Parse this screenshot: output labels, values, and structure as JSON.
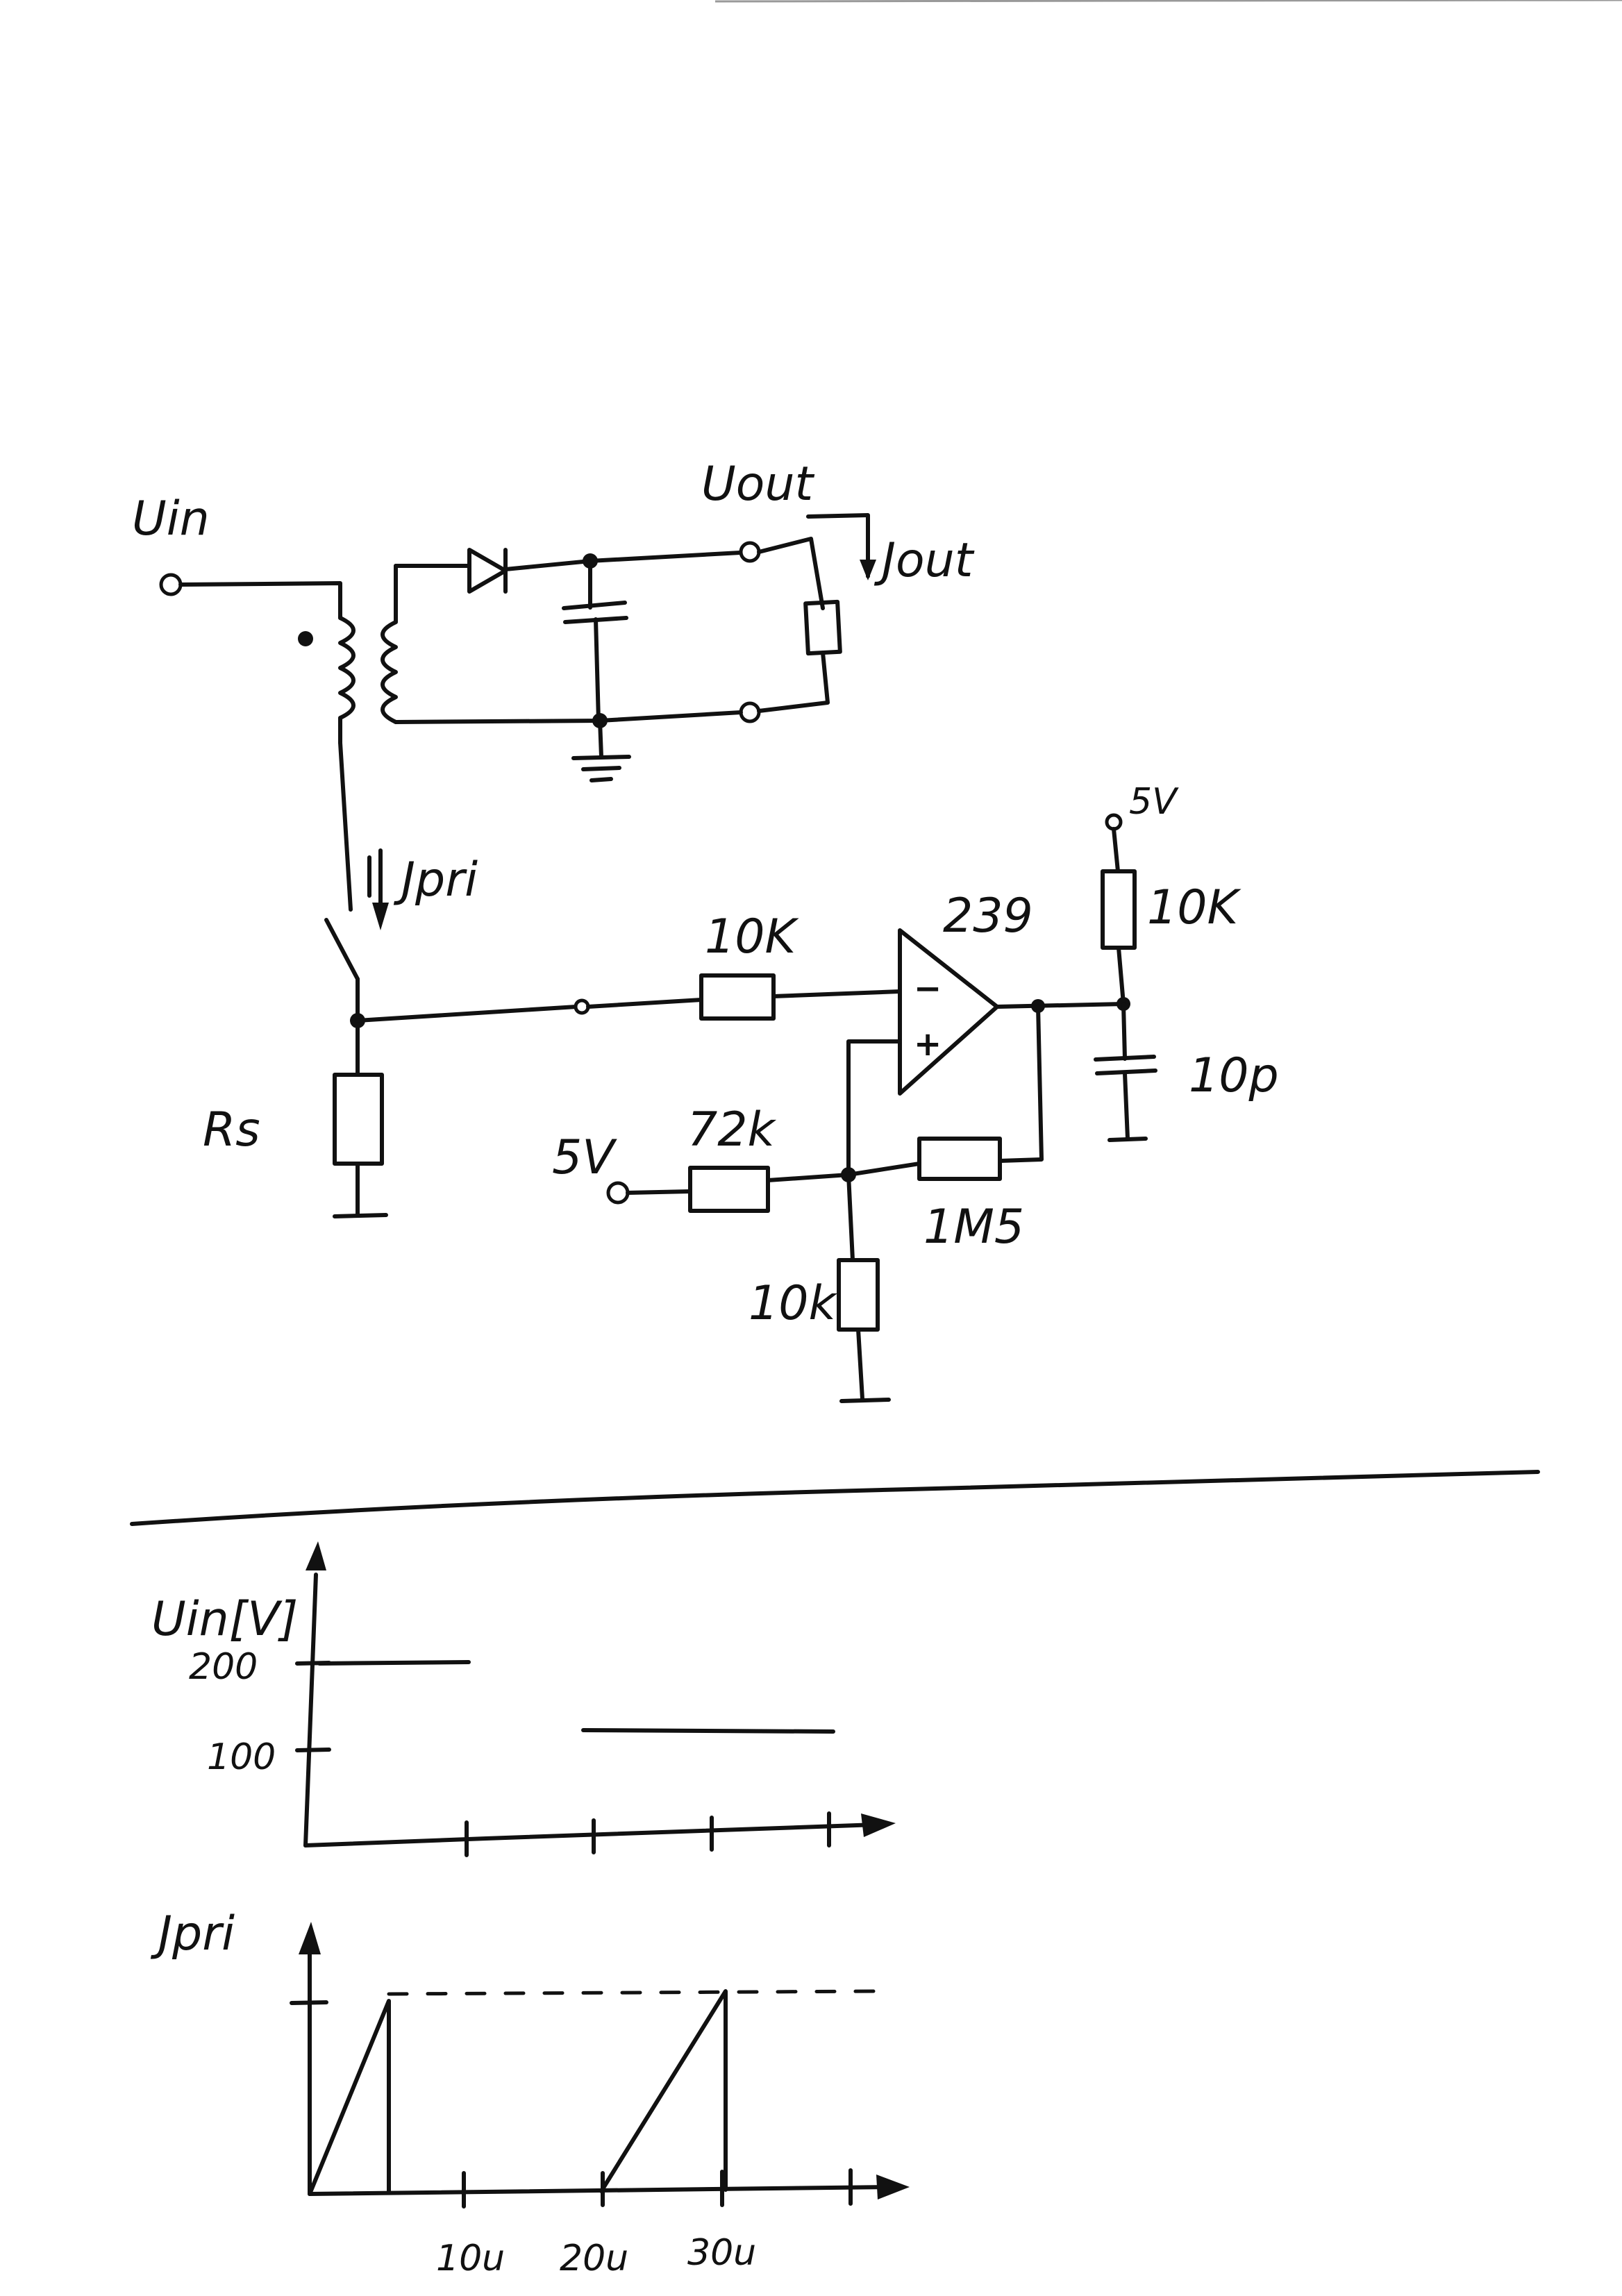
{
  "labels": {
    "uin": "Uin",
    "uout": "Uout",
    "iout": "Jout",
    "ipri": "Jpri",
    "rs": "Rs",
    "r_input": "10K",
    "r_pullup": "10K",
    "r_bias": "72k",
    "r_bias_ground": "10k",
    "r_feedback": "1M5",
    "c_output": "10p",
    "supply_top": "5V",
    "supply_left": "5V",
    "comparator": "239",
    "minus": "−",
    "plus": "+"
  },
  "graph_uin": {
    "ylabel": "Uin[V]",
    "yticks": [
      "200",
      "100"
    ],
    "segments": [
      {
        "x_start_us": 0,
        "x_end_us": 12,
        "value_v": 200
      },
      {
        "x_start_us": 22,
        "x_end_us": 40,
        "value_v": 120
      }
    ]
  },
  "graph_ipri": {
    "ylabel": "Jpri",
    "xticks": [
      "10u",
      "20u",
      "30u"
    ]
  }
}
